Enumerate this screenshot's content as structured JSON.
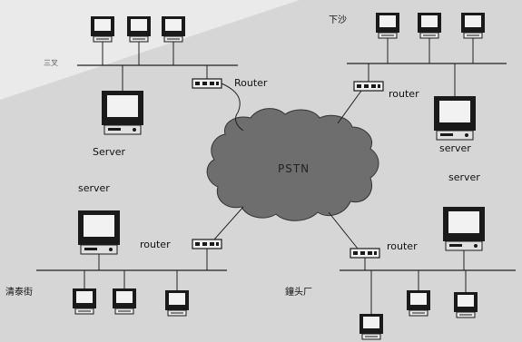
{
  "labels": {
    "site_top_left": "三叉",
    "site_top_right": "下沙",
    "site_bottom_left": "清泰街",
    "site_bottom_right": "鐘头厂",
    "pstn": "PSTN",
    "router_top_left": "Router",
    "router_top_right": "router",
    "router_bottom_left": "router",
    "router_bottom_right": "router",
    "server_top_left": "Server",
    "server_left": "server",
    "server_right_top": "server",
    "server_right_mid": "server"
  },
  "colors": {
    "background": "#d6d6d6",
    "cloud_fill": "#6e6e6e",
    "line": "#222222",
    "monitor_frame": "#1a1a1a",
    "screen": "#f2f2f2"
  },
  "icons": {
    "workstation": "computer-terminal-icon",
    "server": "server-computer-icon",
    "router": "router-icon",
    "network": "pstn-cloud-icon"
  }
}
